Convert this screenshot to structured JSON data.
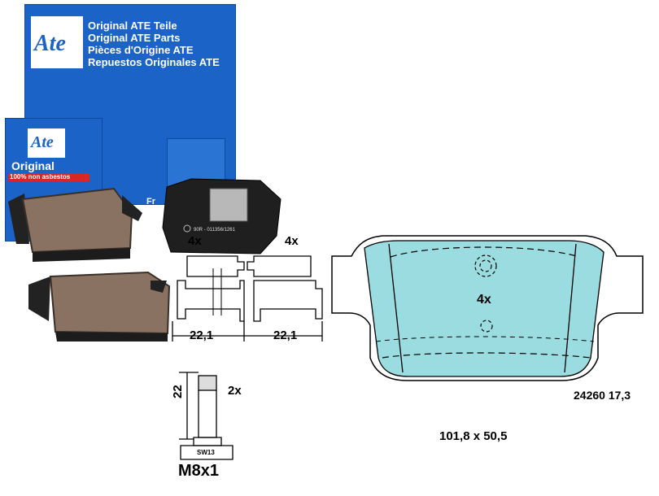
{
  "box": {
    "lines": [
      "Original ATE Teile",
      "Original ATE Parts",
      "Pièces d'Origine ATE",
      "Repuestos Originales ATE"
    ],
    "logo_text": "Ate",
    "small_box_logo": "Ate",
    "small_box_title": "Original",
    "small_box_tag": "100% non asbestos",
    "side_text": "Fr"
  },
  "labels": {
    "pads_qty": "4x",
    "clip_qty": "4x",
    "clip_width_left": "22,1",
    "clip_width_right": "22,1",
    "bolt_length": "22",
    "bolt_qty": "2x",
    "bolt_wrench": "SW13",
    "bolt_thread": "M8x1",
    "pad_qty": "4x",
    "part_number": "24260 17,3",
    "pad_dimensions": "101,8 x 50,5",
    "pad_stamp": "90R - 011356/1261"
  },
  "colors": {
    "box_blue": "#1b63c6",
    "pad_fill": "#9adce0",
    "pad_friction": "#8a7262"
  }
}
